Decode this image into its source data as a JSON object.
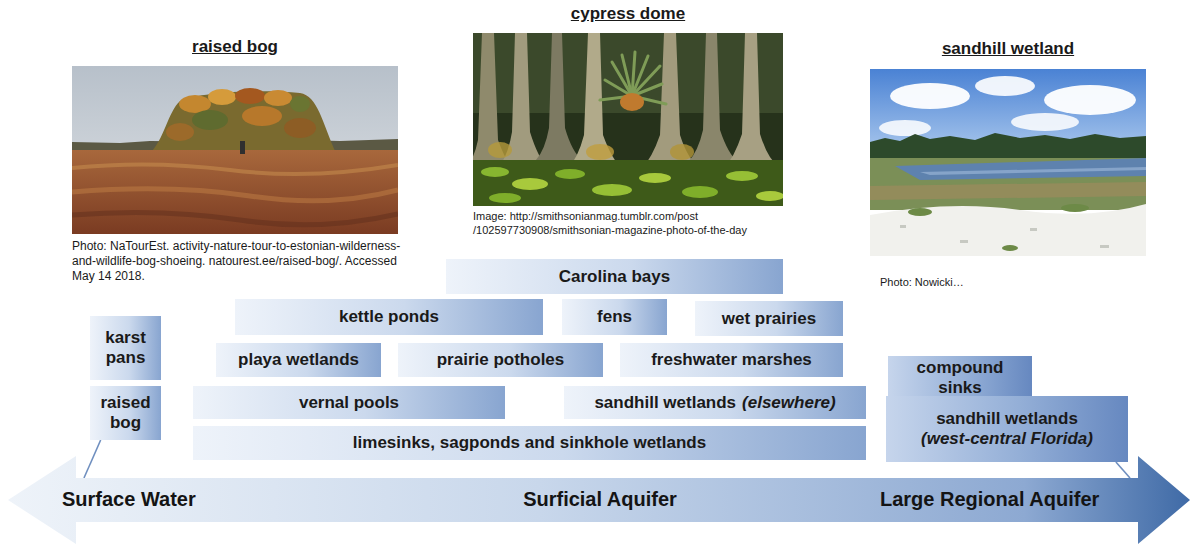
{
  "diagram": {
    "nodes": [
      {
        "text": [
          "Carolina bays"
        ]
      },
      {
        "text": [
          "kettle ponds"
        ]
      },
      {
        "text": [
          "fens"
        ]
      },
      {
        "text": [
          "wet prairies"
        ]
      },
      {
        "text": [
          "karst pans"
        ]
      },
      {
        "text": [
          "playa wetlands"
        ]
      },
      {
        "text": [
          "prairie potholes"
        ]
      },
      {
        "text": [
          "freshwater marshes"
        ]
      },
      {
        "text": [
          "compound sinks"
        ]
      },
      {
        "text": [
          "raised bog"
        ]
      },
      {
        "text": [
          "vernal pools"
        ]
      },
      {
        "text": [
          "sandhill wetlands",
          "(elsewhere)"
        ]
      },
      {
        "text": [
          "sandhill wetlands",
          "(west-central Florida)"
        ]
      },
      {
        "text": [
          "limesinks, sagponds and sinkhole wetlands"
        ]
      },
      {
        "text": [
          "Surface Water",
          "Surficial Aquifer",
          "Large Regional Aquifer"
        ]
      }
    ],
    "edges": [
      {
        "from": 9,
        "to": 14,
        "arrow": "none"
      },
      {
        "from": 12,
        "to": 14,
        "arrow": "none"
      }
    ],
    "labels": [
      "raised bog",
      "Photo: NaTourEst. activity-nature-tour-to-estonian-wilderness-and-wildlife-bog-shoeing. natourest.ee/raised-bog/. Accessed May 14 2018.",
      "cypress dome",
      "Image: http://smithsonianmag.tumblr.com/post /102597730908/smithsonian-magazine-photo-of-the-day",
      "sandhill wetland",
      "Photo: Nowicki…"
    ]
  }
}
